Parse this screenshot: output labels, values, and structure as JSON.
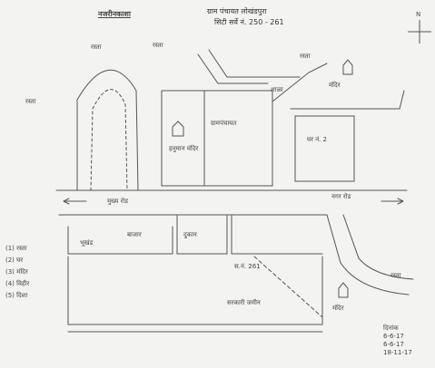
{
  "title": "नजरीनकाशा",
  "header": {
    "line1": "ग्राम पंचायत लोखंडपुरा",
    "line2": "सिटी सर्वे नं. 250 - 261"
  },
  "compass": {
    "north": "N"
  },
  "roads": {
    "main_road": "मुख्य रोड",
    "road_right": "नगर रोड"
  },
  "places": [
    {
      "id": "top-left-road",
      "label": "रस्ता"
    },
    {
      "id": "left-road",
      "label": "रस्ता"
    },
    {
      "id": "top-left-road-2",
      "label": "रस्ता"
    },
    {
      "id": "grampanchayat",
      "label": "ग्रामपंचायत"
    },
    {
      "id": "hanuman-mandir",
      "label": "हनुमान मंदिर"
    },
    {
      "id": "road-top-right",
      "label": "रस्ता"
    },
    {
      "id": "temple-top-right",
      "label": "मंदिर"
    },
    {
      "id": "house-right",
      "label": "घर नं. 2"
    },
    {
      "id": "school",
      "label": "शाळा"
    },
    {
      "id": "plot-left",
      "label": "भूखंड"
    },
    {
      "id": "plot-mid",
      "label": "बाजार"
    },
    {
      "id": "plot-mid2",
      "label": "दुकान"
    },
    {
      "id": "plot-sno",
      "label": "स.नं. 261"
    },
    {
      "id": "survey-area",
      "label": "सरकारी जमीन"
    },
    {
      "id": "mandir-bottom",
      "label": "मंदिर"
    },
    {
      "id": "road-bottom-right",
      "label": "रस्ता"
    }
  ],
  "legend": [
    {
      "id": "legend-1",
      "label": "(1) रस्ता"
    },
    {
      "id": "legend-2",
      "label": "(2) घर"
    },
    {
      "id": "legend-3",
      "label": "(3) मंदिर"
    },
    {
      "id": "legend-4",
      "label": "(4) विहीर"
    },
    {
      "id": "legend-5",
      "label": "(5) दिशा"
    }
  ],
  "dates": [
    "दिनांक",
    "6-6-17",
    "6-6-17",
    "18-11-17"
  ],
  "colors": {
    "ink": "#444444",
    "paper": "#f3f3f1"
  }
}
